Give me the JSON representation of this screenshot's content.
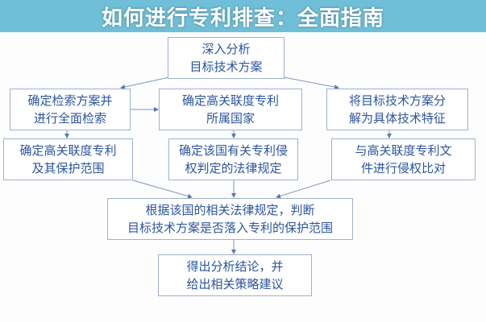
{
  "title": "如何进行专利排查：全面指南",
  "colors": {
    "text": "#2c55a0",
    "border": "#9fb0d0",
    "arrow": "#7f95bd",
    "banner": "#60b8d4"
  },
  "nodes": {
    "top": {
      "line1": "深入分析",
      "line2": "目标技术方案"
    },
    "search": {
      "line1": "确定检索方案并",
      "line2": "进行全面检索"
    },
    "country": {
      "line1": "确定高关联度专利",
      "line2": "所属国家"
    },
    "decompose": {
      "line1": "将目标技术方案分",
      "line2": "解为具体技术特征"
    },
    "scope": {
      "line1": "确定高关联度专利",
      "line2": "及其保护范围"
    },
    "law": {
      "line1": "确定该国有关专利侵",
      "line2": "权判定的法律规定"
    },
    "compare": {
      "line1": "与高关联度专利文",
      "line2": "件进行侵权比对"
    },
    "judge": {
      "line1": "根据该国的相关法律规定，判断",
      "line2": "目标技术方案是否落入专利的保护范围"
    },
    "conclusion": {
      "line1": "得出分析结论，并",
      "line2": "给出相关策略建议"
    }
  }
}
